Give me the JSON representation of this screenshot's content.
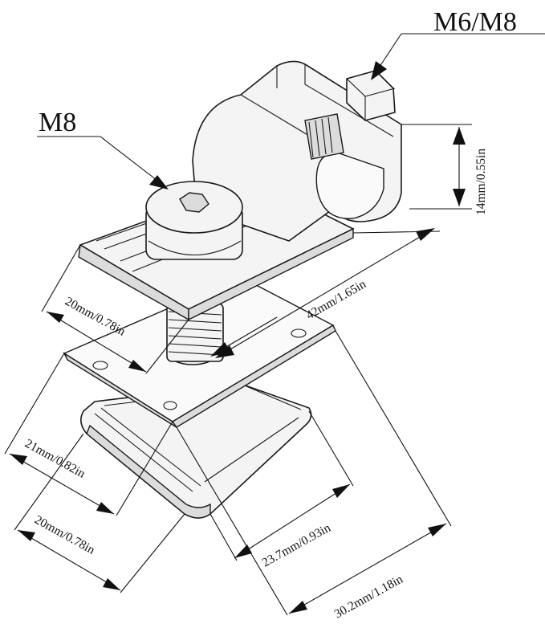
{
  "labels": {
    "thread_top": "M6/M8",
    "bolt": "M8",
    "height": "14mm/0.55in",
    "length_top": "42mm/1.65in",
    "width_top": "20mm/0.78in",
    "width_mid": "21mm/0.82in",
    "width_bottom": "20mm/0.78in",
    "nut_length": "23.7mm/0.93in",
    "plate_length": "30.2mm/1.18in"
  }
}
